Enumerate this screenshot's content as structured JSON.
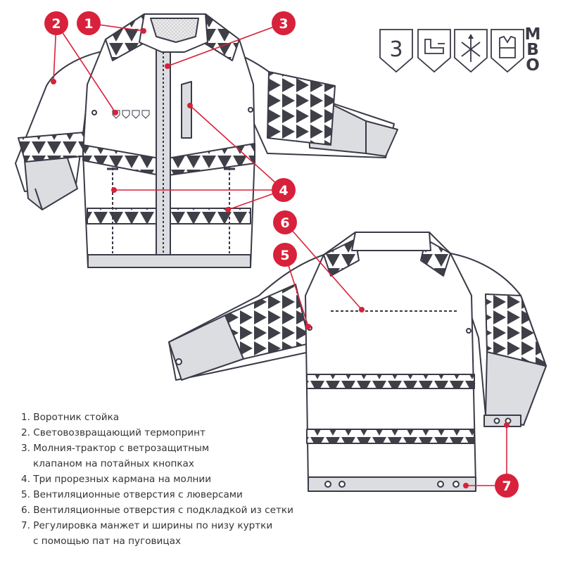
{
  "markers": [
    {
      "id": "marker-1",
      "label": "1"
    },
    {
      "id": "marker-2",
      "label": "2"
    },
    {
      "id": "marker-3",
      "label": "3"
    },
    {
      "id": "marker-4",
      "label": "4"
    },
    {
      "id": "marker-5",
      "label": "5"
    },
    {
      "id": "marker-6",
      "label": "6"
    },
    {
      "id": "marker-7",
      "label": "7"
    }
  ],
  "legend": {
    "items": [
      {
        "lines": [
          "1. Воротник стойка"
        ]
      },
      {
        "lines": [
          "2. Световозвращающий  термопринт"
        ]
      },
      {
        "lines": [
          "3. Молния-трактор с ветрозащитным",
          "клапаном на потайных кнопках"
        ]
      },
      {
        "lines": [
          "4. Три прорезных кармана на молнии"
        ]
      },
      {
        "lines": [
          "5. Вентиляционные отверстия с люверсами"
        ]
      },
      {
        "lines": [
          "6. Вентиляционные отверстия с подкладкой из сетки"
        ]
      },
      {
        "lines": [
          "7. Регулировка манжет и ширины по низу куртки",
          "с помощью пат на пуговицах"
        ]
      }
    ]
  },
  "badges": {
    "protection_class": "3",
    "icon_names": [
      "class-3-shield-icon",
      "machine-oil-icon",
      "multi-protection-arrows-icon",
      "hi-vis-vest-icon"
    ],
    "brand_letters": [
      "М",
      "В",
      "О"
    ]
  },
  "colors": {
    "marker_red": "#d8213a",
    "outline": "#3a3a48",
    "reflective_gray": "#dcdde1",
    "reflective_dark": "#3f3f48"
  }
}
